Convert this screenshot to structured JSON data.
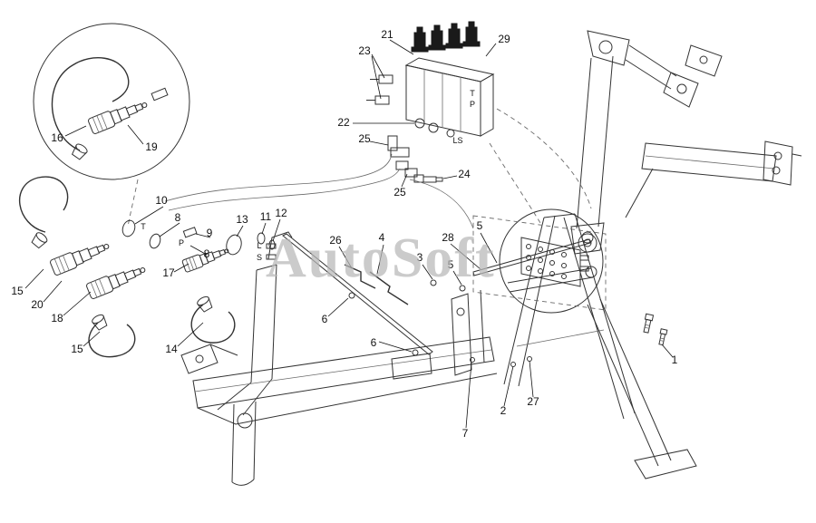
{
  "watermark": "AutoSoft",
  "colors": {
    "line": "#333333",
    "line-light": "#6a6a6a",
    "watermark": "#b8b8b8",
    "callout": "#111111",
    "bg": "#ffffff"
  },
  "callouts": {
    "c1": "1",
    "c2": "2",
    "c3": "3",
    "c4": "4",
    "c5a": "5",
    "c5b": "5",
    "c6a": "6",
    "c6b": "6",
    "c7": "7",
    "c8a": "8",
    "c8b": "8",
    "c9": "9",
    "c10": "10",
    "c11": "11",
    "c12": "12",
    "c13": "13",
    "c14": "14",
    "c15a": "15",
    "c15b": "15",
    "c16": "16",
    "c17": "17",
    "c18": "18",
    "c19": "19",
    "c20": "20",
    "c21": "21",
    "c22": "22",
    "c23": "23",
    "c24": "24",
    "c25a": "25",
    "c25b": "25",
    "c26": "26",
    "c27": "27",
    "c28": "28",
    "c29": "29"
  },
  "ports": {
    "valve_t": "T",
    "valve_p": "P",
    "valve_ls": "LS",
    "coupler_t": "T",
    "coupler_p": "P",
    "coupler_l": "L",
    "coupler_s": "S"
  }
}
